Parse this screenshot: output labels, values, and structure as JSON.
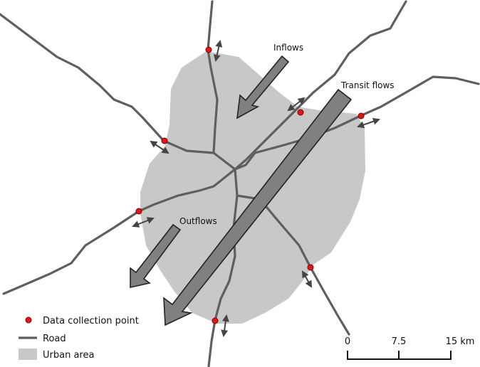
{
  "labels": {
    "inflows": "Inflows",
    "transit": "Transit flows",
    "outflows": "Outflows"
  },
  "legend": {
    "point": "Data collection point",
    "road": "Road",
    "urban": "Urban area"
  },
  "scale": {
    "ticks": [
      "0",
      "7.5",
      "15 km"
    ]
  },
  "colors": {
    "urban": "#c8c8c8",
    "road": "#5f5f5f",
    "point": "#e3151a",
    "flow_arrow": "#808080"
  },
  "icons": [
    "data-collection-point-icon",
    "double-arrow-icon",
    "flow-arrow-icon"
  ]
}
